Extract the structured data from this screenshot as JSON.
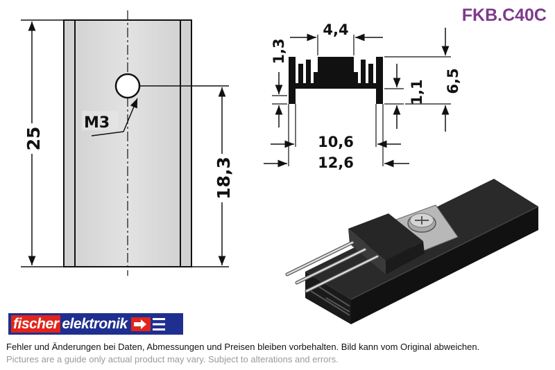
{
  "part_code": "FKB.C40C",
  "front_view": {
    "height_label": "25",
    "hole_height_label": "18,3",
    "thread_label": "M3"
  },
  "profile_view": {
    "top_width_label": "4,4",
    "fin_gap_label": "1,3",
    "base_thickness_label": "1,1",
    "total_height_label": "6,5",
    "inner_width_label": "10,6",
    "outer_width_label": "12,6"
  },
  "brand": {
    "part1": "fischer",
    "part2": "elektronik",
    "color_red": "#e1251b",
    "color_blue": "#1f2f8f"
  },
  "disclaimer": {
    "de": "Fehler und Änderungen bei Daten, Abmessungen und Preisen bleiben vorbehalten. Bild kann vom Original abweichen.",
    "en": "Pictures are a guide only actual product may vary. Subject to alterations and errors."
  }
}
